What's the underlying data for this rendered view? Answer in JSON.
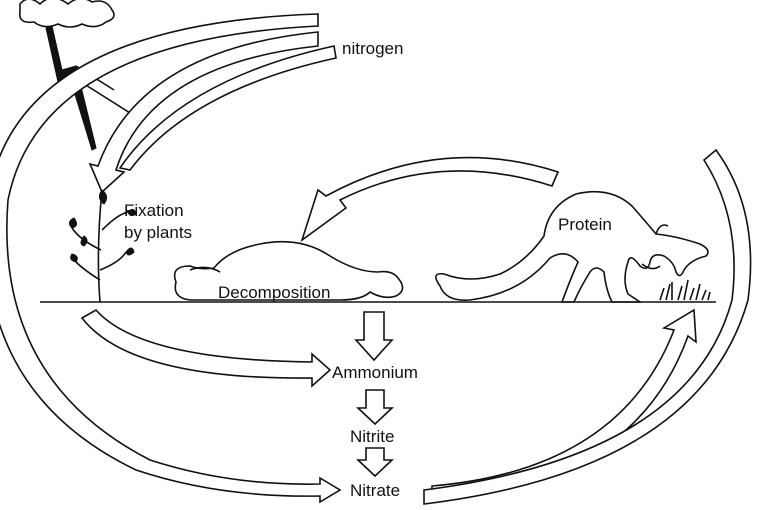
{
  "labels": {
    "nitrogen": "nitrogen",
    "fixation_line1": "Fixation",
    "fixation_line2": "by plants",
    "decomposition": "Decomposition",
    "protein": "Protein",
    "ammonium": "Ammonium",
    "nitrite": "Nitrite",
    "nitrate": "Nitrate"
  }
}
